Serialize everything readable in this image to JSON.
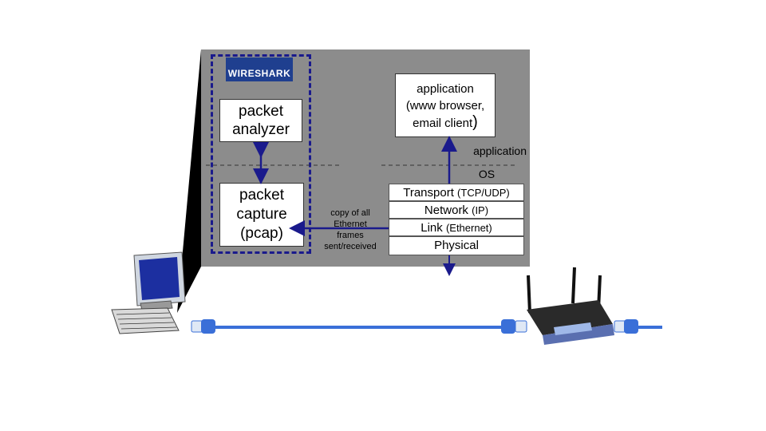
{
  "wireshark_logo": {
    "text": "WIRESHARK"
  },
  "packet_analyzer": {
    "line1": "packet",
    "line2": "analyzer"
  },
  "packet_capture": {
    "line1": "packet",
    "line2": "capture",
    "line3": "(pcap)"
  },
  "application_box": {
    "line1": "application",
    "line2": "(www browser,",
    "line3": "email client",
    "paren": ")"
  },
  "labels": {
    "application": "application",
    "os": "OS"
  },
  "copy_note": {
    "line1": "copy of all",
    "line2": "Ethernet",
    "line3": "frames",
    "line4": "sent/received"
  },
  "layers": [
    {
      "main": "Transport ",
      "sub": "(TCP/UDP)"
    },
    {
      "main": "Network ",
      "sub": "(IP)"
    },
    {
      "main": "Link ",
      "sub": "(Ethernet)"
    },
    {
      "main": "Physical",
      "sub": ""
    }
  ],
  "colors": {
    "panel": "#8c8c8c",
    "arrow": "#1a1a8c",
    "cable": "#3a6fd8",
    "router": "#2a2a2a"
  },
  "icons": [
    "computer-icon",
    "router-icon",
    "ethernet-cable-icon",
    "wireshark-logo"
  ]
}
